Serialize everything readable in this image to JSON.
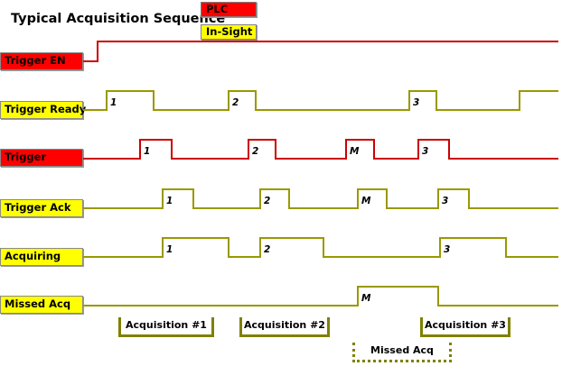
{
  "title": "Typical Acquisition Sequence",
  "legend": [
    {
      "label": "PLC",
      "color": "#ff0000",
      "kind": "plc"
    },
    {
      "label": "In-Sight",
      "color": "#ffff00",
      "kind": "insight"
    }
  ],
  "colors": {
    "plc_signal": "#cc0000",
    "insight_signal": "#999900",
    "plc_fill": "#ff0000",
    "insight_fill": "#ffff00",
    "bracket": "#808000",
    "background": "#ffffff",
    "text": "#000000"
  },
  "signals": [
    {
      "name": "Trigger EN",
      "owner": "PLC",
      "box_color": "#ff0000",
      "pulse_labels": []
    },
    {
      "name": "Trigger Ready",
      "owner": "In-Sight",
      "box_color": "#ffff00",
      "pulse_labels": [
        "1",
        "2",
        "3"
      ]
    },
    {
      "name": "Trigger",
      "owner": "PLC",
      "box_color": "#ff0000",
      "pulse_labels": [
        "1",
        "2",
        "M",
        "3"
      ]
    },
    {
      "name": "Trigger Ack",
      "owner": "In-Sight",
      "box_color": "#ffff00",
      "pulse_labels": [
        "1",
        "2",
        "M",
        "3"
      ]
    },
    {
      "name": "Acquiring",
      "owner": "In-Sight",
      "box_color": "#ffff00",
      "pulse_labels": [
        "1",
        "2",
        "3"
      ]
    },
    {
      "name": "Missed Acq",
      "owner": "In-Sight",
      "box_color": "#ffff00",
      "pulse_labels": [
        "M"
      ]
    }
  ],
  "brackets": [
    {
      "label": "Acquisition #1",
      "style": "solid"
    },
    {
      "label": "Acquisition #2",
      "style": "solid"
    },
    {
      "label": "Acquisition #3",
      "style": "solid"
    },
    {
      "label": "Missed Acq",
      "style": "dotted"
    }
  ],
  "chart_data": {
    "type": "line",
    "title": "Typical Acquisition Sequence",
    "xlabel": "",
    "ylabel": "",
    "grid": false,
    "legend_position": "top-right",
    "x_range": [
      92,
      618
    ],
    "description": "Digital timing / waveform diagram of a PLC to In-Sight camera acquisition handshake.",
    "series": [
      {
        "name": "Trigger EN",
        "owner": "PLC",
        "color": "#cc0000",
        "initial_state": "low",
        "transitions": [
          {
            "x": 108,
            "to": "high"
          }
        ],
        "pulses": []
      },
      {
        "name": "Trigger Ready",
        "owner": "In-Sight",
        "color": "#999900",
        "initial_state": "low",
        "pulses": [
          {
            "label": "1",
            "x_rise": 118,
            "x_fall": 170
          },
          {
            "label": "2",
            "x_rise": 253,
            "x_fall": 283
          },
          {
            "label": "3",
            "x_rise": 453,
            "x_fall": 483
          }
        ],
        "final_transition": {
          "x": 575,
          "to": "high"
        }
      },
      {
        "name": "Trigger",
        "owner": "PLC",
        "color": "#cc0000",
        "initial_state": "low",
        "pulses": [
          {
            "label": "1",
            "x_rise": 155,
            "x_fall": 190
          },
          {
            "label": "2",
            "x_rise": 275,
            "x_fall": 305
          },
          {
            "label": "M",
            "x_rise": 383,
            "x_fall": 414
          },
          {
            "label": "3",
            "x_rise": 463,
            "x_fall": 497
          }
        ],
        "final_transition": null
      },
      {
        "name": "Trigger Ack",
        "owner": "In-Sight",
        "color": "#999900",
        "initial_state": "low",
        "pulses": [
          {
            "label": "1",
            "x_rise": 180,
            "x_fall": 214
          },
          {
            "label": "2",
            "x_rise": 288,
            "x_fall": 320
          },
          {
            "label": "M",
            "x_rise": 396,
            "x_fall": 428
          },
          {
            "label": "3",
            "x_rise": 485,
            "x_fall": 519
          }
        ],
        "final_transition": null
      },
      {
        "name": "Acquiring",
        "owner": "In-Sight",
        "color": "#999900",
        "initial_state": "low",
        "pulses": [
          {
            "label": "1",
            "x_rise": 180,
            "x_fall": 253
          },
          {
            "label": "2",
            "x_rise": 288,
            "x_fall": 358
          },
          {
            "label": "3",
            "x_rise": 487,
            "x_fall": 560
          }
        ],
        "final_transition": null
      },
      {
        "name": "Missed Acq",
        "owner": "In-Sight",
        "color": "#999900",
        "initial_state": "low",
        "pulses": [
          {
            "label": "M",
            "x_rise": 396,
            "x_fall": 485
          }
        ],
        "final_transition": null
      }
    ],
    "annotations": [
      {
        "text": "Acquisition #1",
        "x_start": 131,
        "x_end": 237,
        "style": "solid"
      },
      {
        "text": "Acquisition #2",
        "x_start": 265,
        "x_end": 365,
        "style": "solid"
      },
      {
        "text": "Acquisition #3",
        "x_start": 465,
        "x_end": 565,
        "style": "solid"
      },
      {
        "text": "Missed Acq",
        "x_start": 390,
        "x_end": 500,
        "style": "dotted"
      }
    ]
  }
}
